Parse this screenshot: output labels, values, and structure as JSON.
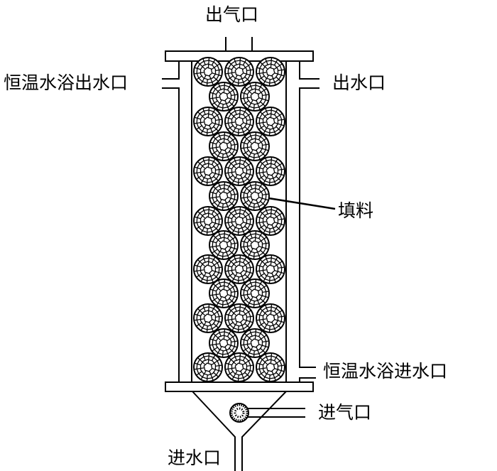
{
  "labels": {
    "gas_outlet": "出气口",
    "bath_water_outlet": "恒温水浴出水口",
    "water_outlet": "出水口",
    "packing": "填料",
    "bath_water_inlet": "恒温水浴进水口",
    "gas_inlet": "进气口",
    "water_inlet": "进水口"
  },
  "colors": {
    "stroke": "#000000",
    "background": "#ffffff"
  }
}
